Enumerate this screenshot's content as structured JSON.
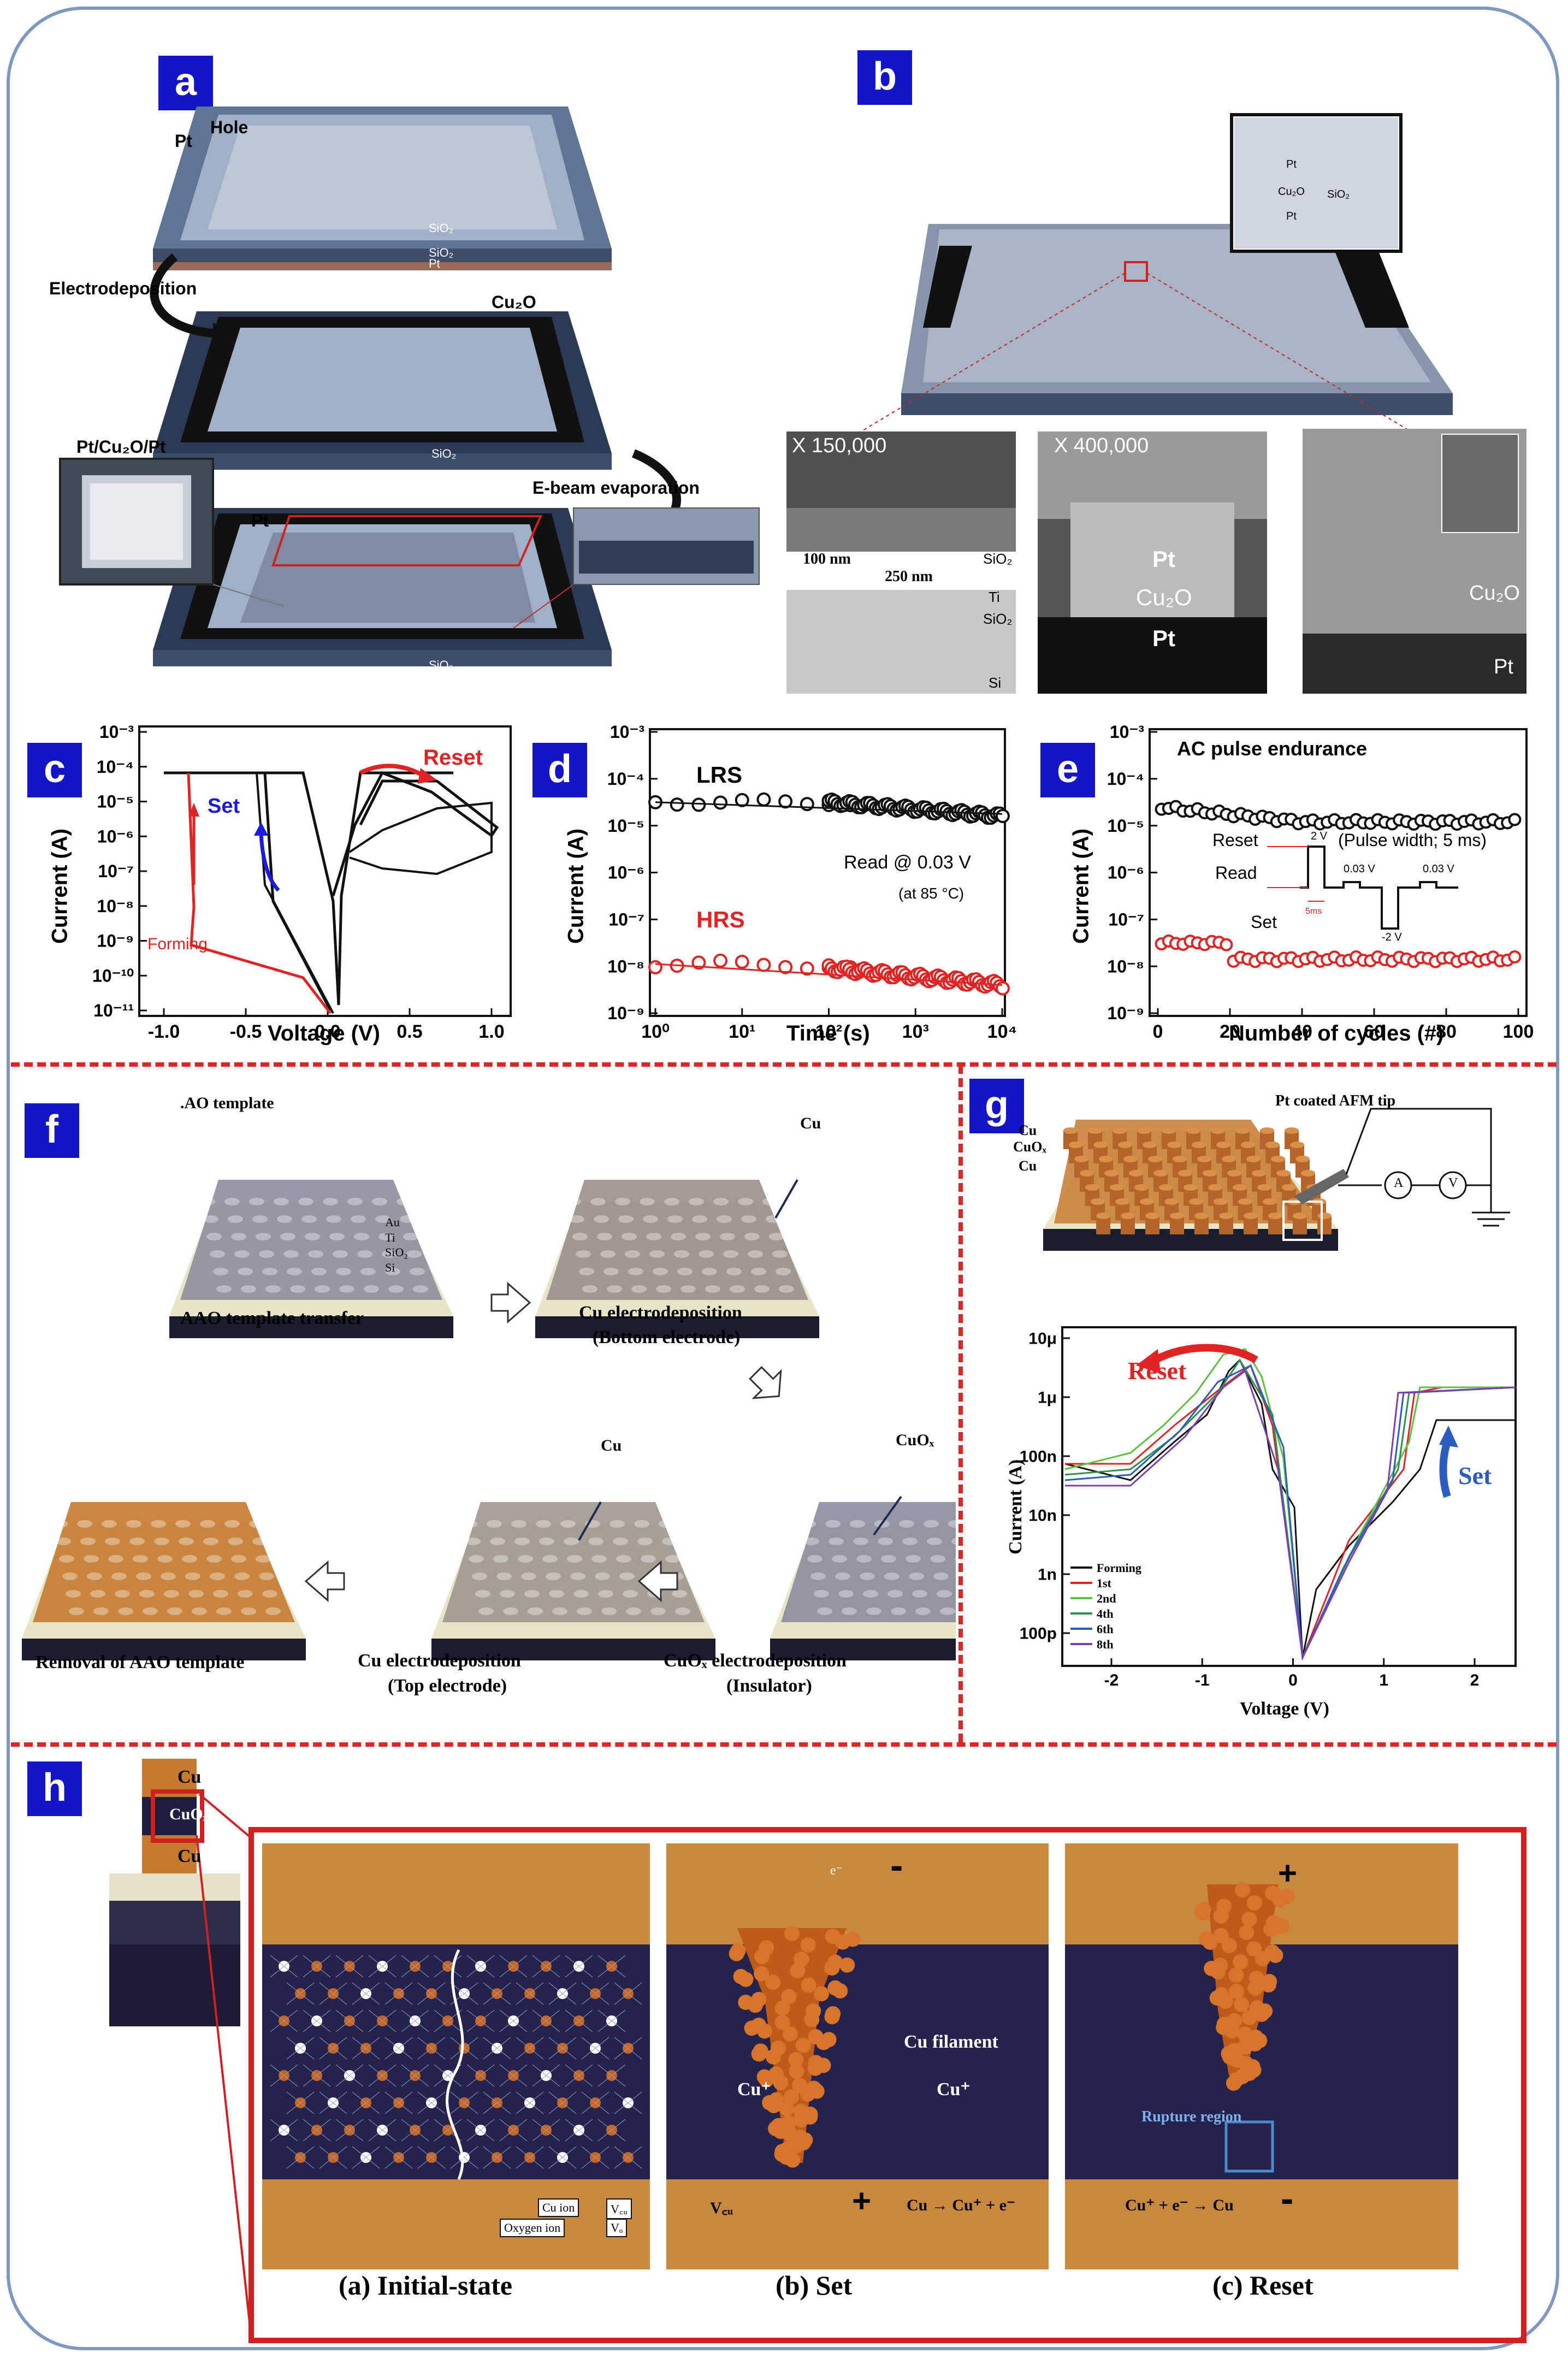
{
  "panels": [
    "a",
    "b",
    "c",
    "d",
    "e",
    "f",
    "g",
    "h"
  ],
  "panel_a": {
    "labels": {
      "hole": "Hole",
      "pt_top": "Pt",
      "sio2_1": "SiO₂",
      "sio2_2": "SiO₂",
      "pt_small": "Pt",
      "electrodeposition": "Electrodeposition",
      "cu2o": "Cu₂O",
      "sio2_mid": "SiO₂",
      "ebeam": "E-beam evaporation",
      "pt_cu2o_pt": "Pt/Cu₂O/Pt",
      "pt_bottom": "Pt",
      "sio2_bottom": "SiO₂"
    }
  },
  "panel_b": {
    "inset": {
      "pt1": "Pt",
      "cu2o": "Cu₂O",
      "sio2": "SiO₂",
      "pt2": "Pt"
    },
    "tem1": {
      "mag": "X 150,000",
      "d1": "100 nm",
      "d2": "250 nm",
      "sio2a": "SiO₂",
      "ti": "Ti",
      "sio2b": "SiO₂",
      "si": "Si"
    },
    "tem2": {
      "mag": "X 400,000",
      "pt1": "Pt",
      "cu2o": "Cu₂O",
      "pt2": "Pt"
    },
    "tem3": {
      "cu2o": "Cu₂O",
      "pt": "Pt"
    }
  },
  "panel_c": {
    "xlabel": "Voltage (V)",
    "ylabel": "Current (A)",
    "xticks": [
      "-1.0",
      "-0.5",
      "0.0",
      "0.5",
      "1.0"
    ],
    "yticks": [
      "10⁻³",
      "10⁻⁴",
      "10⁻⁵",
      "10⁻⁶",
      "10⁻⁷",
      "10⁻⁸",
      "10⁻⁹",
      "10⁻¹⁰",
      "10⁻¹¹"
    ],
    "reset": "Reset",
    "set": "Set",
    "forming": "Forming",
    "colors": {
      "reset": "#e02424",
      "set": "#1a1ae0",
      "forming": "#e02424",
      "curve": "#111111"
    }
  },
  "panel_d": {
    "xlabel": "Time (s)",
    "ylabel": "Current (A)",
    "xticks": [
      "10⁰",
      "10¹",
      "10²",
      "10³",
      "10⁴"
    ],
    "yticks": [
      "10⁻³",
      "10⁻⁴",
      "10⁻⁵",
      "10⁻⁶",
      "10⁻⁷",
      "10⁻⁸",
      "10⁻⁹"
    ],
    "lrs": "LRS",
    "hrs": "HRS",
    "read": "Read @ 0.03 V",
    "temp": "(at 85 °C)",
    "colors": {
      "lrs": "#111111",
      "hrs": "#e02424"
    }
  },
  "panel_e": {
    "xlabel": "Number of cycles (#)",
    "ylabel": "Current (A)",
    "xticks": [
      "0",
      "20",
      "40",
      "60",
      "80",
      "100"
    ],
    "yticks": [
      "10⁻³",
      "10⁻⁴",
      "10⁻⁵",
      "10⁻⁶",
      "10⁻⁷",
      "10⁻⁸",
      "10⁻⁹"
    ],
    "title": "AC pulse endurance",
    "reset": "Reset",
    "read": "Read",
    "set": "Set",
    "pulse_width": "(Pulse width; 5 ms)",
    "v2": "2 V",
    "v003a": "0.03 V",
    "v003b": "0.03 V",
    "vneg2": "-2 V",
    "ms5": "5ms"
  },
  "panel_f": {
    "aao": ".AO template",
    "au": "Au",
    "ti": "Ti",
    "sio2": "SiO₂",
    "si": "Si",
    "cu1": "Cu",
    "cuox": "CuOₓ",
    "cu2": "Cu",
    "step1": "AAO template transfer",
    "step2a": "Cu electrodeposition",
    "step2b": "(Bottom electrode)",
    "step3a": "CuOₓ electrodeposition",
    "step3b": "(Insulator)",
    "step4a": "Cu electrodeposition",
    "step4b": "(Top electrode)",
    "step5": "Removal of AAO template"
  },
  "panel_g": {
    "cu_top": "Cu",
    "cuox": "CuOₓ",
    "cu_bot": "Cu",
    "tip": "Pt coated AFM tip",
    "ameter": "A",
    "vmeter": "V",
    "xlabel": "Voltage (V)",
    "ylabel": "Current (A)",
    "xticks": [
      "-2",
      "-1",
      "0",
      "1",
      "2"
    ],
    "yticks": [
      "10μ",
      "1μ",
      "100n",
      "10n",
      "1n",
      "100p"
    ],
    "reset": "Reset",
    "set": "Set",
    "legend": [
      "Forming",
      "1st",
      "2nd",
      "4th",
      "6th",
      "8th"
    ],
    "legend_colors": [
      "#111111",
      "#e02424",
      "#5cc13b",
      "#2f8f4e",
      "#2a5dbf",
      "#7b3fb0"
    ]
  },
  "panel_h": {
    "stack": {
      "cu1": "Cu",
      "cuox": "CuOₓ",
      "cu2": "Cu"
    },
    "a_title": "(a) Initial-state",
    "b_title": "(b) Set",
    "c_title": "(c) Reset",
    "cu_ion": "Cu ion",
    "oxygen_ion": "Oxygen ion",
    "vcu1": "V꜀ᵤ",
    "vo": "Vₒ",
    "electron": "e⁻",
    "cu_filament": "Cu filament",
    "cu_plus1": "Cu⁺",
    "cu_plus2": "Cu⁺",
    "vcu": "V꜀ᵤ",
    "ox_rxn": "Cu → Cu⁺ + e⁻",
    "red_rxn": "Cu⁺ + e⁻ → Cu",
    "rupture": "Rupture region",
    "minus_b": "-",
    "plus_b": "+",
    "plus_c": "+",
    "minus_c": "-"
  }
}
